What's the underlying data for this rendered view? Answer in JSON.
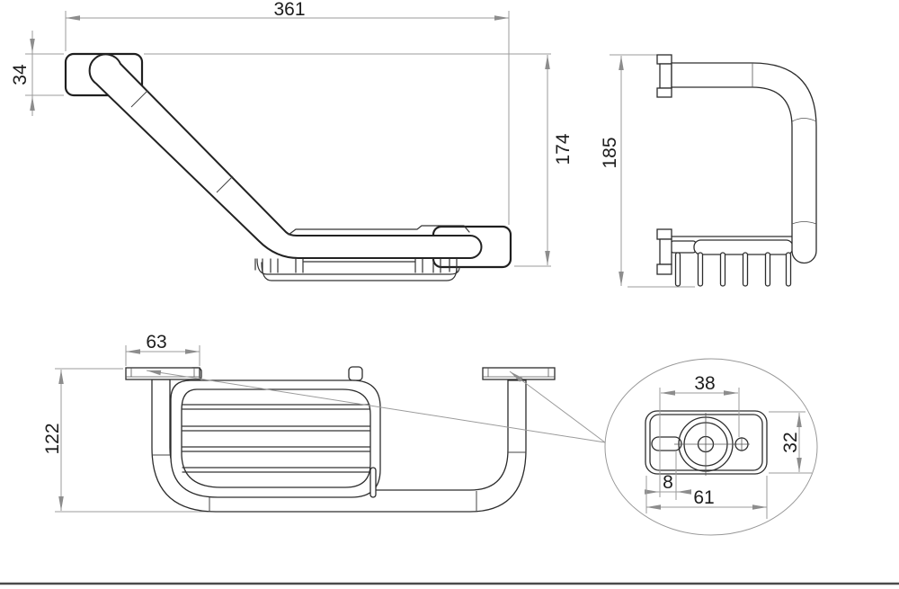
{
  "dimensions": {
    "front_view": {
      "overall_width": "361",
      "mount_height": "34",
      "drop_height": "174"
    },
    "side_view": {
      "overall_height": "185"
    },
    "top_view": {
      "mount_width": "63",
      "overall_depth": "122"
    },
    "detail_view": {
      "hole_spacing": "38",
      "plate_height": "32",
      "slot_length": "8",
      "plate_width": "61"
    }
  },
  "colors": {
    "background": "#ffffff",
    "outline": "#2d2d2d",
    "outline_heavy": "#1f1f1f",
    "dimension_line": "#9b9b9b",
    "arrow": "#8d8d8d",
    "text": "#1d1d1d",
    "footer_rule": "#4b4b4b"
  }
}
